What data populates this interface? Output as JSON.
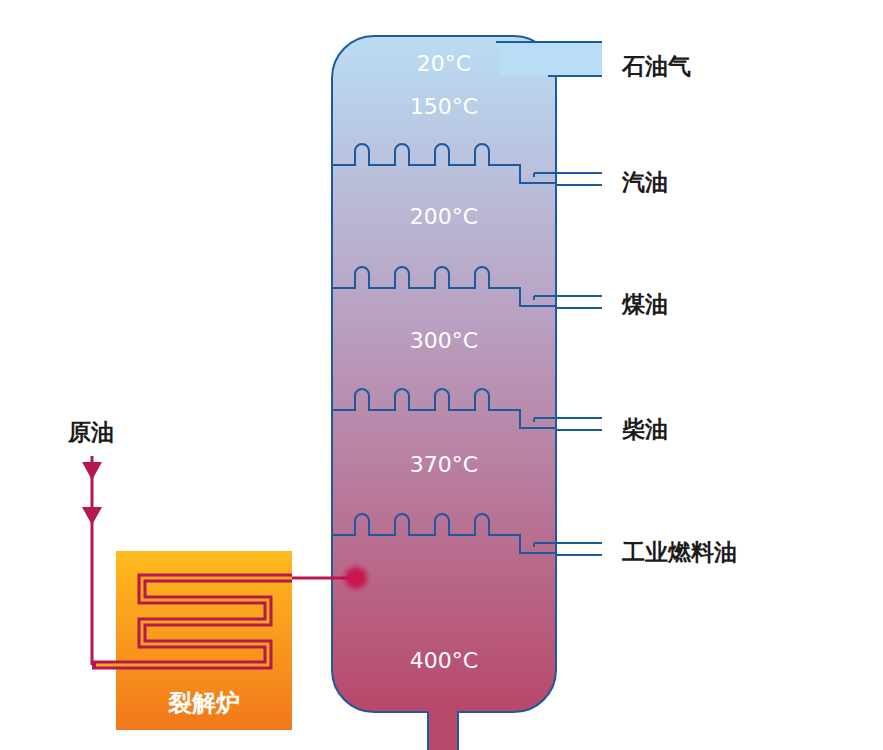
{
  "diagram": {
    "nodes": [
      {
        "text": [
          "20°C",
          "150°C",
          "200°C",
          "300°C",
          "370°C",
          "400°C"
        ]
      },
      {
        "text": [
          "裂解炉"
        ]
      }
    ],
    "edges": [
      {
        "from": 1,
        "to": 0,
        "arrow": "none"
      }
    ],
    "labels": [
      "石油气",
      "汽油",
      "煤油",
      "柴油",
      "工业燃料油",
      "原油"
    ]
  }
}
